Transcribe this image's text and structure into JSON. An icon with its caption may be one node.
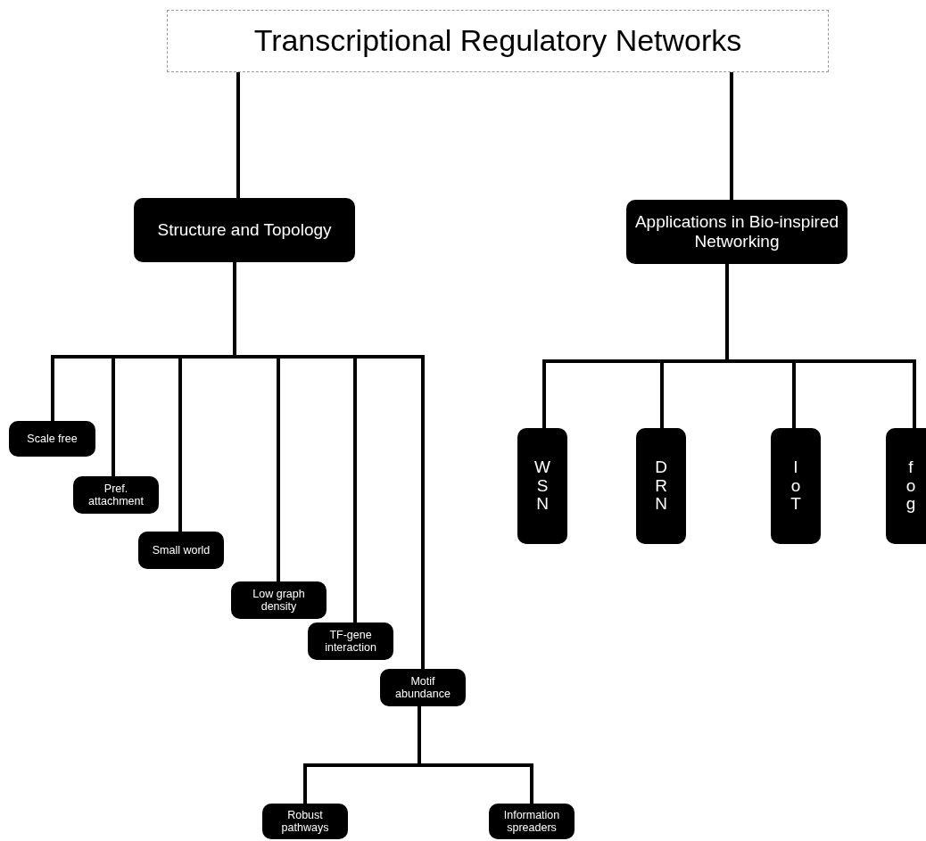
{
  "diagram": {
    "nodes": [
      {
        "text": [
          "Transcriptional Regulatory Networks"
        ]
      },
      {
        "text": [
          "Structure and Topology"
        ]
      },
      {
        "text": [
          "Applications in Bio-inspired Networking"
        ]
      },
      {
        "text": [
          "Scale free"
        ]
      },
      {
        "text": [
          "Pref. attachment"
        ]
      },
      {
        "text": [
          "Small world"
        ]
      },
      {
        "text": [
          "Low graph density"
        ]
      },
      {
        "text": [
          "TF-gene interaction"
        ]
      },
      {
        "text": [
          "Motif abundance"
        ]
      },
      {
        "text": [
          "Robust pathways"
        ]
      },
      {
        "text": [
          "Information spreaders"
        ]
      },
      {
        "text": [
          "WSN"
        ]
      },
      {
        "text": [
          "DRN"
        ]
      },
      {
        "text": [
          "IoT"
        ]
      },
      {
        "text": [
          "fog"
        ]
      }
    ],
    "edges": [
      {
        "from": 0,
        "to": 1,
        "arrow": "none"
      },
      {
        "from": 0,
        "to": 2,
        "arrow": "none"
      },
      {
        "from": 1,
        "to": 3,
        "arrow": "none"
      },
      {
        "from": 1,
        "to": 4,
        "arrow": "none"
      },
      {
        "from": 1,
        "to": 5,
        "arrow": "none"
      },
      {
        "from": 1,
        "to": 6,
        "arrow": "none"
      },
      {
        "from": 1,
        "to": 7,
        "arrow": "none"
      },
      {
        "from": 1,
        "to": 8,
        "arrow": "none"
      },
      {
        "from": 8,
        "to": 9,
        "arrow": "none"
      },
      {
        "from": 8,
        "to": 10,
        "arrow": "none"
      },
      {
        "from": 2,
        "to": 11,
        "arrow": "none"
      },
      {
        "from": 2,
        "to": 12,
        "arrow": "none"
      },
      {
        "from": 2,
        "to": 13,
        "arrow": "none"
      },
      {
        "from": 2,
        "to": 14,
        "arrow": "none"
      }
    ]
  }
}
